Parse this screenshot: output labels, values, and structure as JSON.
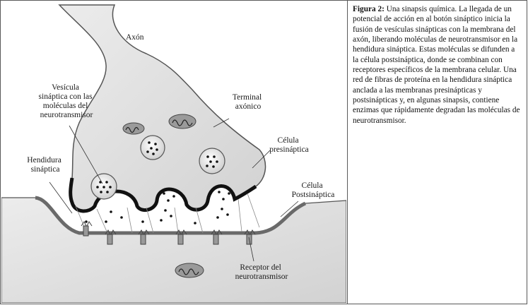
{
  "caption": {
    "heading": "Figura 2:",
    "text": " Una sinapsis química. La llegada de un potencial de acción en al botón sináptico inicia la fusión de vesículas sinápticas con la membrana del axón, liberando moléculas de neurotransmisor en la hendidura sináptica. Estas moléculas se difunden a la célula postsináptica, donde se combinan con receptores específicos de la membrana celular. Una red de fibras de proteína en la hendidura sináptica anclada a las membranas presinápticas y postsinápticas y, en algunas sinapsis, contiene enzimas que rápidamente degradan las moléculas de neurotransmisor."
  },
  "figure": {
    "labels": {
      "axon": "Axón",
      "vesicle": [
        "Vesícula",
        "sináptica con las",
        "moléculas del",
        "neurotransmisor"
      ],
      "terminal": [
        "Terminal",
        "axónico"
      ],
      "presynaptic": [
        "Célula",
        "presináptica"
      ],
      "cleft": [
        "Hendidura",
        "sináptica"
      ],
      "postsynaptic": [
        "Célula",
        "Postsináptica"
      ],
      "receptor": [
        "Receptor del",
        "neurotransmisor"
      ]
    }
  }
}
